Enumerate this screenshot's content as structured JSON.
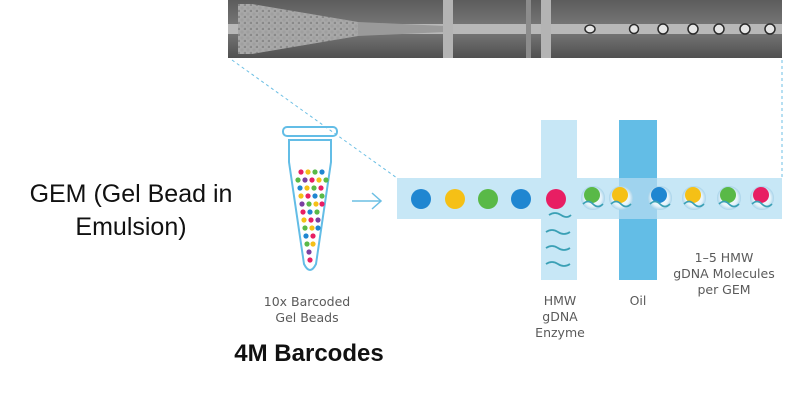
{
  "side_title": {
    "line1": "GEM (Gel Bead in",
    "line2": "Emulsion)"
  },
  "tube": {
    "line1": "10x Barcoded",
    "line2": "Gel Beads"
  },
  "big_label": "4M Barcodes",
  "channel_labels": {
    "enzyme": {
      "line1": "HMW",
      "line2": "gDNA",
      "line3": "Enzyme"
    },
    "oil": "Oil",
    "output": {
      "line1": "1–5 HMW",
      "line2": "gDNA Molecules",
      "line3": "per GEM"
    }
  },
  "colors": {
    "channel": "#c7e7f6",
    "channel_dark": "#63bde6",
    "bead_blue": "#1f86d1",
    "bead_yellow": "#f5c016",
    "bead_green": "#59b947",
    "bead_magenta": "#e81e63",
    "bead_purple": "#7b3fa0",
    "dna": "#3aa0b5"
  },
  "icons": {
    "arrow": "right-arrow-icon",
    "tube": "tube-icon",
    "micrograph": "micrograph-image"
  }
}
